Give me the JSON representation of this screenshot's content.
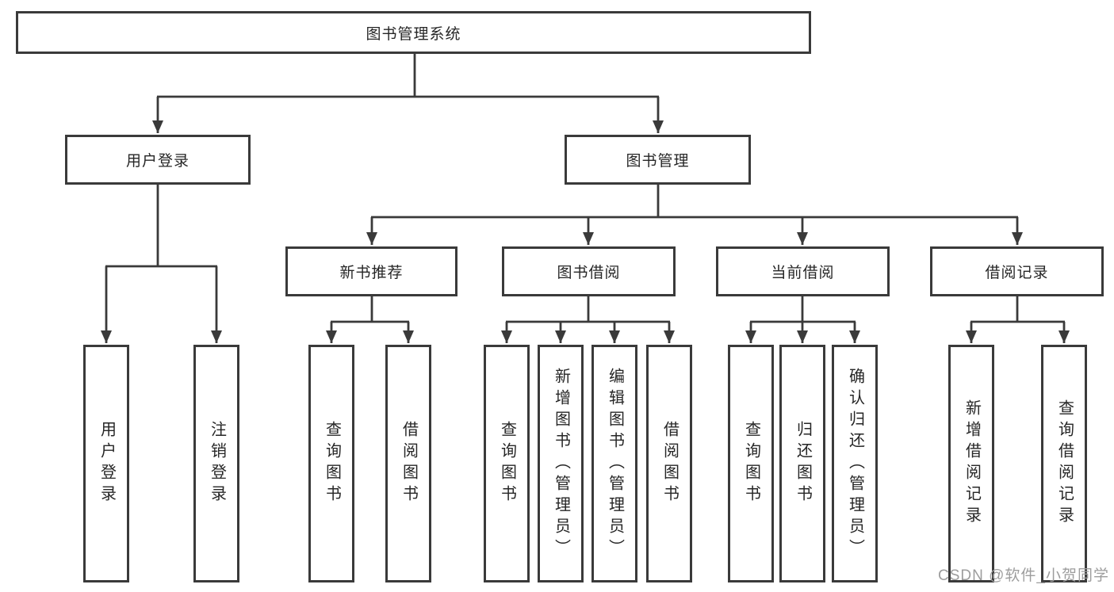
{
  "tree": {
    "root": {
      "label": "图书管理系统",
      "children": [
        {
          "label": "用户登录",
          "children": [
            {
              "label": "用户登录"
            },
            {
              "label": "注销登录"
            }
          ]
        },
        {
          "label": "图书管理",
          "children": [
            {
              "label": "新书推荐",
              "children": [
                {
                  "label": "查询图书"
                },
                {
                  "label": "借阅图书"
                }
              ]
            },
            {
              "label": "图书借阅",
              "children": [
                {
                  "label": "查询图书"
                },
                {
                  "label": "新增图书（管理员）"
                },
                {
                  "label": "编辑图书（管理员）"
                },
                {
                  "label": "借阅图书"
                }
              ]
            },
            {
              "label": "当前借阅",
              "children": [
                {
                  "label": "查询图书"
                },
                {
                  "label": "归还图书"
                },
                {
                  "label": "确认归还（管理员）"
                }
              ]
            },
            {
              "label": "借阅记录",
              "children": [
                {
                  "label": "新增借阅记录"
                },
                {
                  "label": "查询借阅记录"
                }
              ]
            }
          ]
        }
      ]
    }
  },
  "watermark": {
    "text": "CSDN @软件_小贺同学"
  },
  "colors": {
    "line": "#3a3a3a",
    "box_border": "#3a3a3a",
    "text": "#262626",
    "watermark": "#9d9d9d",
    "background": "#ffffff"
  }
}
